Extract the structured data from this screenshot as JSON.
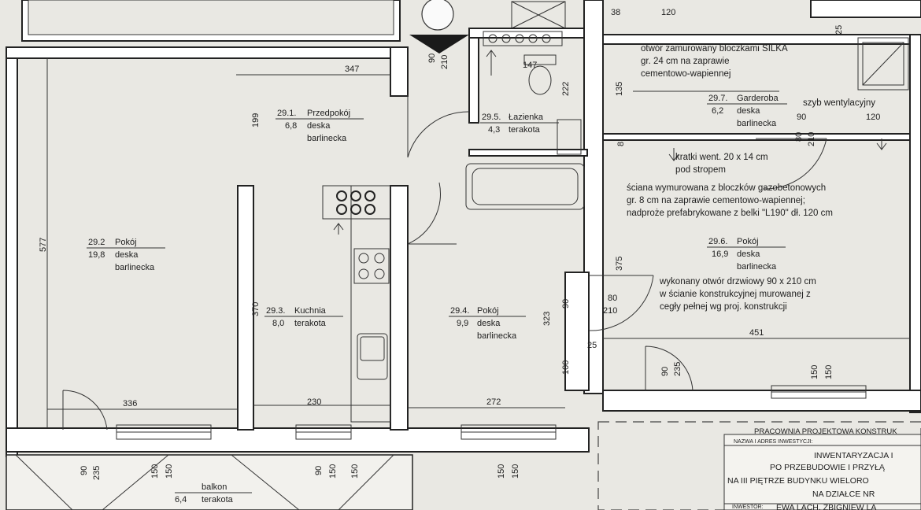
{
  "rooms": {
    "przedpokoj": {
      "id": "29.1.",
      "name": "Przedpokój",
      "area": "6,8",
      "floor1": "deska",
      "floor2": "barlinecka"
    },
    "pokoj_292": {
      "id": "29.2",
      "name": "Pokój",
      "area": "19,8",
      "floor1": "deska",
      "floor2": "barlinecka"
    },
    "kuchnia": {
      "id": "29.3.",
      "name": "Kuchnia",
      "area": "8,0",
      "floor1": "terakota"
    },
    "pokoj_294": {
      "id": "29.4.",
      "name": "Pokój",
      "area": "9,9",
      "floor1": "deska",
      "floor2": "barlinecka"
    },
    "lazienka": {
      "id": "29.5.",
      "name": "Łazienka",
      "area": "4,3",
      "floor1": "terakota"
    },
    "pokoj_296": {
      "id": "29.6.",
      "name": "Pokój",
      "area": "16,9",
      "floor1": "deska",
      "floor2": "barlinecka"
    },
    "garderoba": {
      "id": "29.7.",
      "name": "Garderoba",
      "area": "6,2",
      "floor1": "deska",
      "floor2": "barlinecka"
    },
    "balkon": {
      "name": "balkon",
      "area": "6,4",
      "floor1": "terakota"
    }
  },
  "notes": {
    "otwor_zamurowany": [
      "otwór zamurowany bloczkami SILKA",
      "gr. 24 cm na zaprawie",
      "cementowo-wapiennej"
    ],
    "szyb": "szyb wentylacyjny",
    "kratki": [
      "kratki went. 20 x 14 cm",
      "pod stropem"
    ],
    "sciana": [
      "ściana wymurowana z bloczków gazobetonowych",
      "gr. 8 cm na zaprawie cementowo-wapiennej;",
      "nadproże prefabrykowane z belki \"L190\" dł. 120 cm"
    ],
    "otwor_drzwiowy": [
      "wykonany otwór drzwiowy 90 x 210 cm",
      "w ścianie konstrukcyjnej murowanej z",
      "cegły pełnej wg proj. konstrukcji"
    ]
  },
  "dims": {
    "d38": "38",
    "d120a": "120",
    "d25a": "25",
    "d90a": "90",
    "d210a": "210",
    "d147": "147",
    "d347": "347",
    "d222": "222",
    "d135": "135",
    "d199": "199",
    "d90b": "90",
    "d120b": "120",
    "d80a": "80",
    "d210b": "210",
    "d8": "8",
    "d577": "577",
    "d375": "375",
    "d370": "370",
    "d323": "323",
    "d90c": "90",
    "d80b": "80",
    "d210c": "210",
    "d451": "451",
    "d25b": "25",
    "d100": "100",
    "d90d": "90",
    "d235a": "235",
    "d150a": "150",
    "d150b": "150",
    "d336": "336",
    "d230": "230",
    "d272": "272",
    "d90e": "90",
    "d235b": "235",
    "d150c": "150",
    "d150d": "150",
    "d90f": "90",
    "d150e": "150",
    "d150f": "150",
    "d150g": "150",
    "d150h": "150"
  },
  "title_block": {
    "studio": "PRACOWNIA PROJEKTOWA KONSTRUK",
    "label_name": "NAZWA I ADRES INWESTYCJI:",
    "line1": "INWENTARYZACJA I",
    "line2": "PO PRZEBUDOWIE I PRZYŁĄ",
    "line3": "NA III PIĘTRZE  BUDYNKU WIELORO",
    "line4": "NA DZIAŁCE NR",
    "label_investor": "INWESTOR:",
    "investor": "EWA LACH, ZBIGNIEW LA"
  },
  "colors": {
    "paper": "#e9e8e3",
    "line": "#222222",
    "wall": "#ffffff"
  }
}
